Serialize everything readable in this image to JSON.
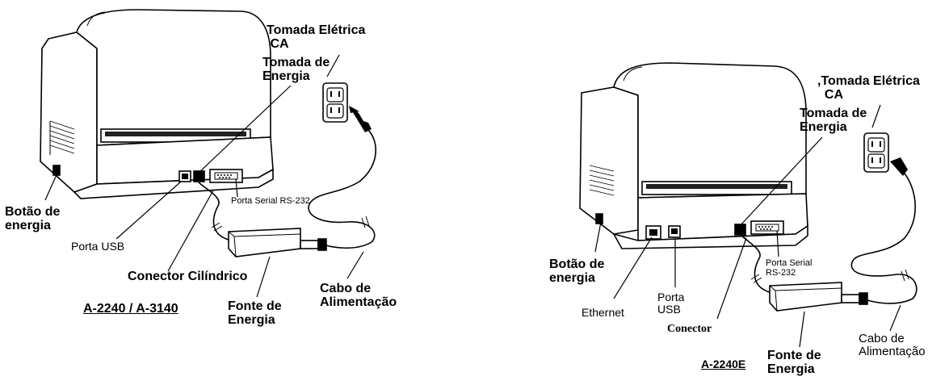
{
  "left_diagram": {
    "model": "A-2240 / A-3140",
    "labels": {
      "outlet": "Tomada Elétrica\n CA",
      "power_socket": "Tomada de\nEnergia",
      "serial_port": "Porta Serial RS-232",
      "power_button": "Botão de\nenergia",
      "usb_port": "Porta USB",
      "barrel_connector": "Conector Cilíndrico",
      "power_cable": "Cabo de\nAlimentação",
      "power_supply": "Fonte de\nEnergia"
    }
  },
  "right_diagram": {
    "model": "A-2240E",
    "labels": {
      "outlet": ",Tomada Elétrica\n  CA",
      "power_socket": "Tomada de\nEnergia",
      "serial_port": "Porta Serial\nRS-232",
      "power_button": "Botão de\nenergia",
      "ethernet": "Ethernet",
      "usb_port": "Porta\nUSB",
      "connector": "Conector",
      "power_supply": "Fonte de\nEnergia",
      "power_cable": "Cabo de\nAlimentação"
    }
  }
}
